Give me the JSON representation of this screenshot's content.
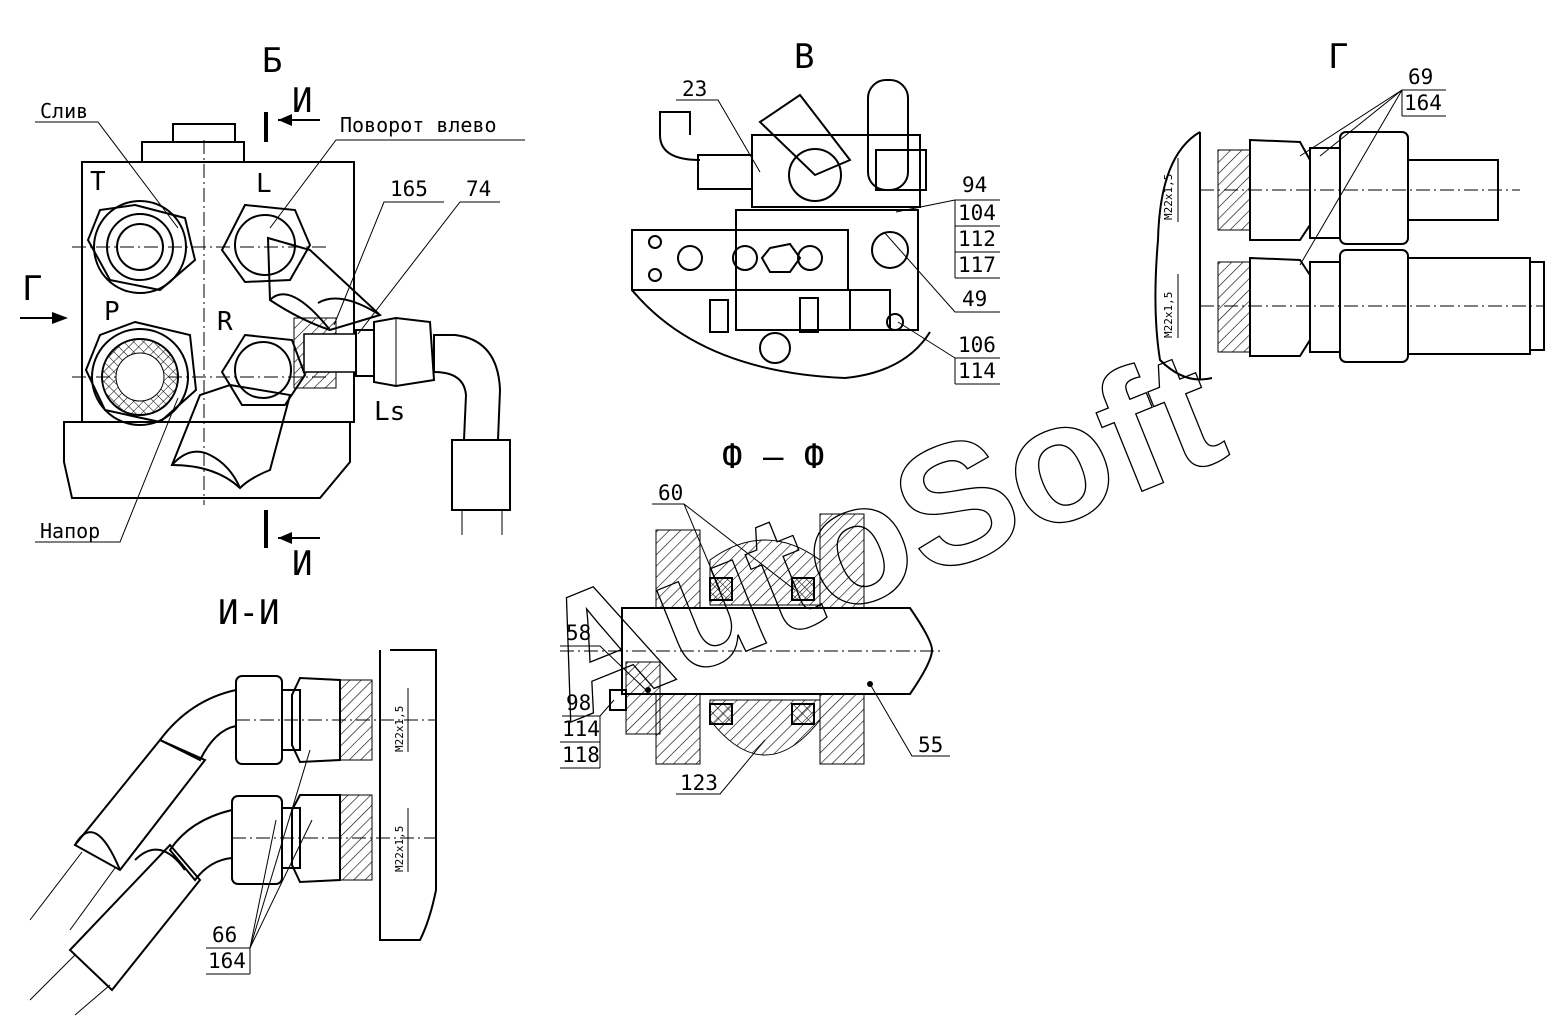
{
  "views": {
    "b": "Б",
    "v": "В",
    "g": "Г",
    "ii": "И-И",
    "ff": "Ф — Ф",
    "i": "И",
    "g_arrow": "Г"
  },
  "labels": {
    "sliv": "Слив",
    "povorot": "Поворот влево",
    "napor": "Напор"
  },
  "ports": {
    "t": "T",
    "l": "L",
    "p": "P",
    "r": "R",
    "ls": "Ls"
  },
  "callouts": {
    "n165": "165",
    "n74": "74",
    "n23": "23",
    "n94": "94",
    "n104": "104",
    "n112": "112",
    "n117": "117",
    "n49": "49",
    "n106": "106",
    "n114a": "114",
    "n69": "69",
    "n164a": "164",
    "n60": "60",
    "n58": "58",
    "n98": "98",
    "n114b": "114",
    "n118": "118",
    "n55": "55",
    "n123": "123",
    "n66": "66",
    "n164b": "164"
  },
  "threads": {
    "g1": "M22x1,5",
    "g2": "M22x1,5",
    "ii1": "M22x1,5",
    "ii2": "M22x1,5"
  },
  "watermark": "AutoSoft"
}
